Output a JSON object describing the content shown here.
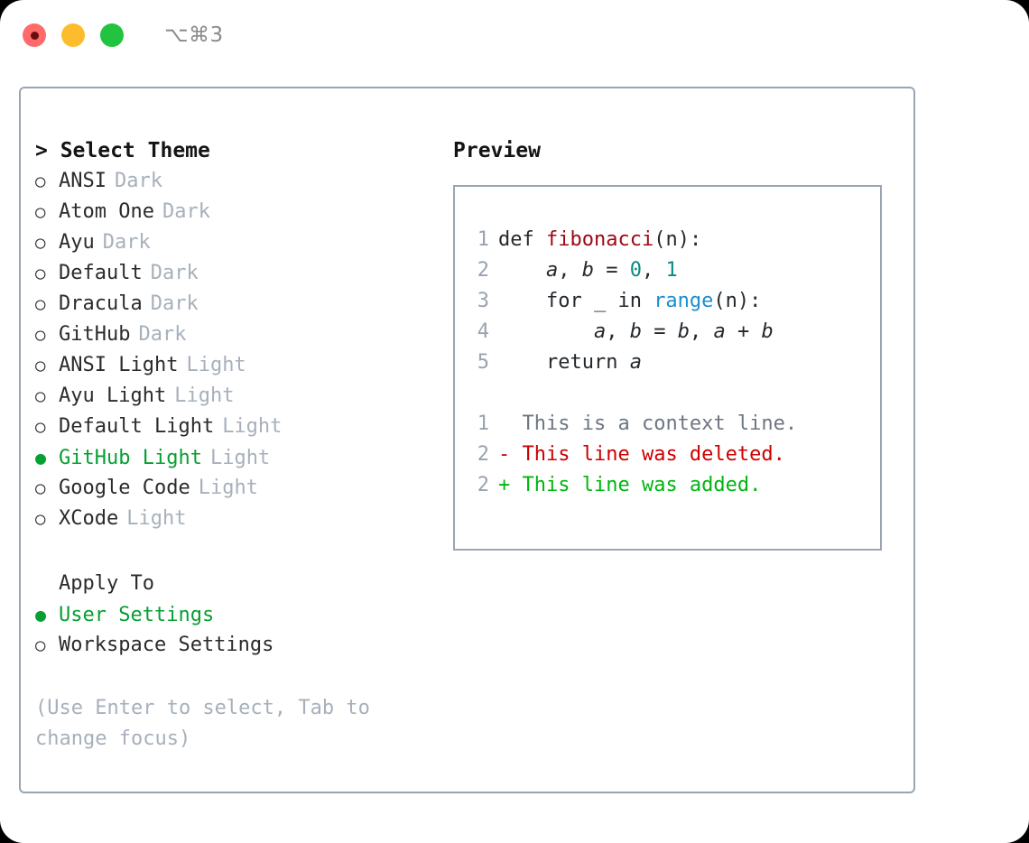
{
  "titlebar": {
    "shortcut": "⌥⌘3",
    "lights": [
      {
        "name": "close-button",
        "color": "#ff6b6b",
        "recording": true
      },
      {
        "name": "minimize-button",
        "color": "#fcbc2c",
        "recording": false
      },
      {
        "name": "maximize-button",
        "color": "#22c33e",
        "recording": false
      }
    ]
  },
  "theme_picker": {
    "header": "> Select Theme",
    "prompt_glyph": ">",
    "bullet_unselected": "○",
    "bullet_selected": "●",
    "selected_color": "#06a032",
    "kind_color": "#a7b0bb",
    "items": [
      {
        "name": "ANSI",
        "kind": "Dark",
        "selected": false
      },
      {
        "name": "Atom One",
        "kind": "Dark",
        "selected": false
      },
      {
        "name": "Ayu",
        "kind": "Dark",
        "selected": false
      },
      {
        "name": "Default",
        "kind": "Dark",
        "selected": false
      },
      {
        "name": "Dracula",
        "kind": "Dark",
        "selected": false
      },
      {
        "name": "GitHub",
        "kind": "Dark",
        "selected": false
      },
      {
        "name": "ANSI Light",
        "kind": "Light",
        "selected": false
      },
      {
        "name": "Ayu Light",
        "kind": "Light",
        "selected": false
      },
      {
        "name": "Default Light",
        "kind": "Light",
        "selected": false
      },
      {
        "name": "GitHub Light",
        "kind": "Light",
        "selected": true
      },
      {
        "name": "Google Code",
        "kind": "Light",
        "selected": false
      },
      {
        "name": "XCode",
        "kind": "Light",
        "selected": false
      }
    ]
  },
  "apply_to": {
    "header": "Apply To",
    "items": [
      {
        "name": "User Settings",
        "selected": true
      },
      {
        "name": "Workspace Settings",
        "selected": false
      }
    ]
  },
  "hint": "(Use Enter to select, Tab to change focus)",
  "preview": {
    "label": "Preview",
    "code_lines": [
      {
        "number": "1",
        "tokens": [
          {
            "text": "def ",
            "style": "plain"
          },
          {
            "text": "fibonacci",
            "style": "fn"
          },
          {
            "text": "(n):",
            "style": "plain"
          }
        ]
      },
      {
        "number": "2",
        "tokens": [
          {
            "text": "    ",
            "style": "plain"
          },
          {
            "text": "a",
            "style": "var"
          },
          {
            "text": ", ",
            "style": "plain"
          },
          {
            "text": "b",
            "style": "var"
          },
          {
            "text": " = ",
            "style": "plain"
          },
          {
            "text": "0",
            "style": "num"
          },
          {
            "text": ", ",
            "style": "plain"
          },
          {
            "text": "1",
            "style": "num"
          }
        ]
      },
      {
        "number": "3",
        "tokens": [
          {
            "text": "    for _ in ",
            "style": "plain"
          },
          {
            "text": "range",
            "style": "call"
          },
          {
            "text": "(n):",
            "style": "plain"
          }
        ]
      },
      {
        "number": "4",
        "tokens": [
          {
            "text": "        ",
            "style": "plain"
          },
          {
            "text": "a",
            "style": "var"
          },
          {
            "text": ", ",
            "style": "plain"
          },
          {
            "text": "b",
            "style": "var"
          },
          {
            "text": " = ",
            "style": "plain"
          },
          {
            "text": "b",
            "style": "var"
          },
          {
            "text": ", ",
            "style": "plain"
          },
          {
            "text": "a",
            "style": "var"
          },
          {
            "text": " + ",
            "style": "plain"
          },
          {
            "text": "b",
            "style": "var"
          }
        ]
      },
      {
        "number": "5",
        "tokens": [
          {
            "text": "    return ",
            "style": "plain"
          },
          {
            "text": "a",
            "style": "var"
          }
        ]
      }
    ],
    "diff_lines": [
      {
        "number": "1",
        "marker": "  ",
        "text": "This is a context line.",
        "kind": "context"
      },
      {
        "number": "2",
        "marker": "- ",
        "text": "This line was deleted.",
        "kind": "deleted"
      },
      {
        "number": "2",
        "marker": "+ ",
        "text": "This line was added.",
        "kind": "added"
      }
    ],
    "diff_colors": {
      "context": "#6d7681",
      "deleted": "#cc0000",
      "added": "#00b511",
      "line_number": "#98a3b0"
    }
  }
}
